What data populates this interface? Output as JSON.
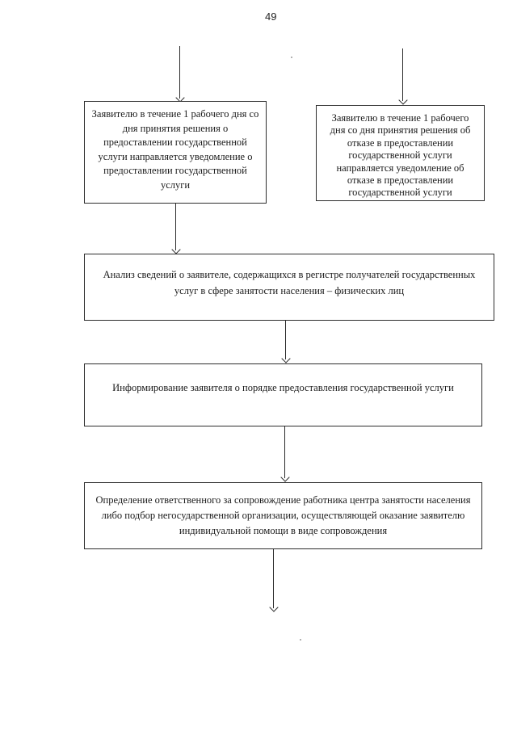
{
  "page": {
    "number": "49"
  },
  "colors": {
    "paper": "#ffffff",
    "ink": "#1b1b1b",
    "box_border": "#2d2d2d"
  },
  "flowchart": {
    "boxes": [
      {
        "name": "notification-of-service-provision",
        "lines": [
          "Заявителю в течение 1 рабочего дня со",
          "дня принятия решения о",
          "предоставлении государственной",
          "услуги направляется уведомление о",
          "предоставлении государственной",
          "услуги"
        ]
      },
      {
        "name": "notification-of-refusal",
        "lines": [
          "Заявителю в течение 1 рабочего",
          "дня со дня принятия решения об",
          "отказе в предоставлении",
          "государственной услуги",
          "направляется уведомление об",
          "отказе в предоставлении",
          "государственной услуги"
        ]
      },
      {
        "name": "analysis-of-applicant-register-data",
        "lines": [
          "Анализ сведений о заявителе, содержащихся в регистре получателей государственных",
          "услуг в сфере занятости населения – физических лиц"
        ]
      },
      {
        "name": "informing-applicant-about-procedure",
        "lines": [
          "Информирование заявителя о порядке предоставления государственной услуги"
        ]
      },
      {
        "name": "assignment-of-responsible-worker",
        "lines": [
          "Определение ответственного за сопровождение работника центра занятости населения",
          "либо подбор негосударственной организации, осуществляющей оказание заявителю",
          "индивидуальной помощи в виде сопровождения"
        ]
      }
    ]
  }
}
